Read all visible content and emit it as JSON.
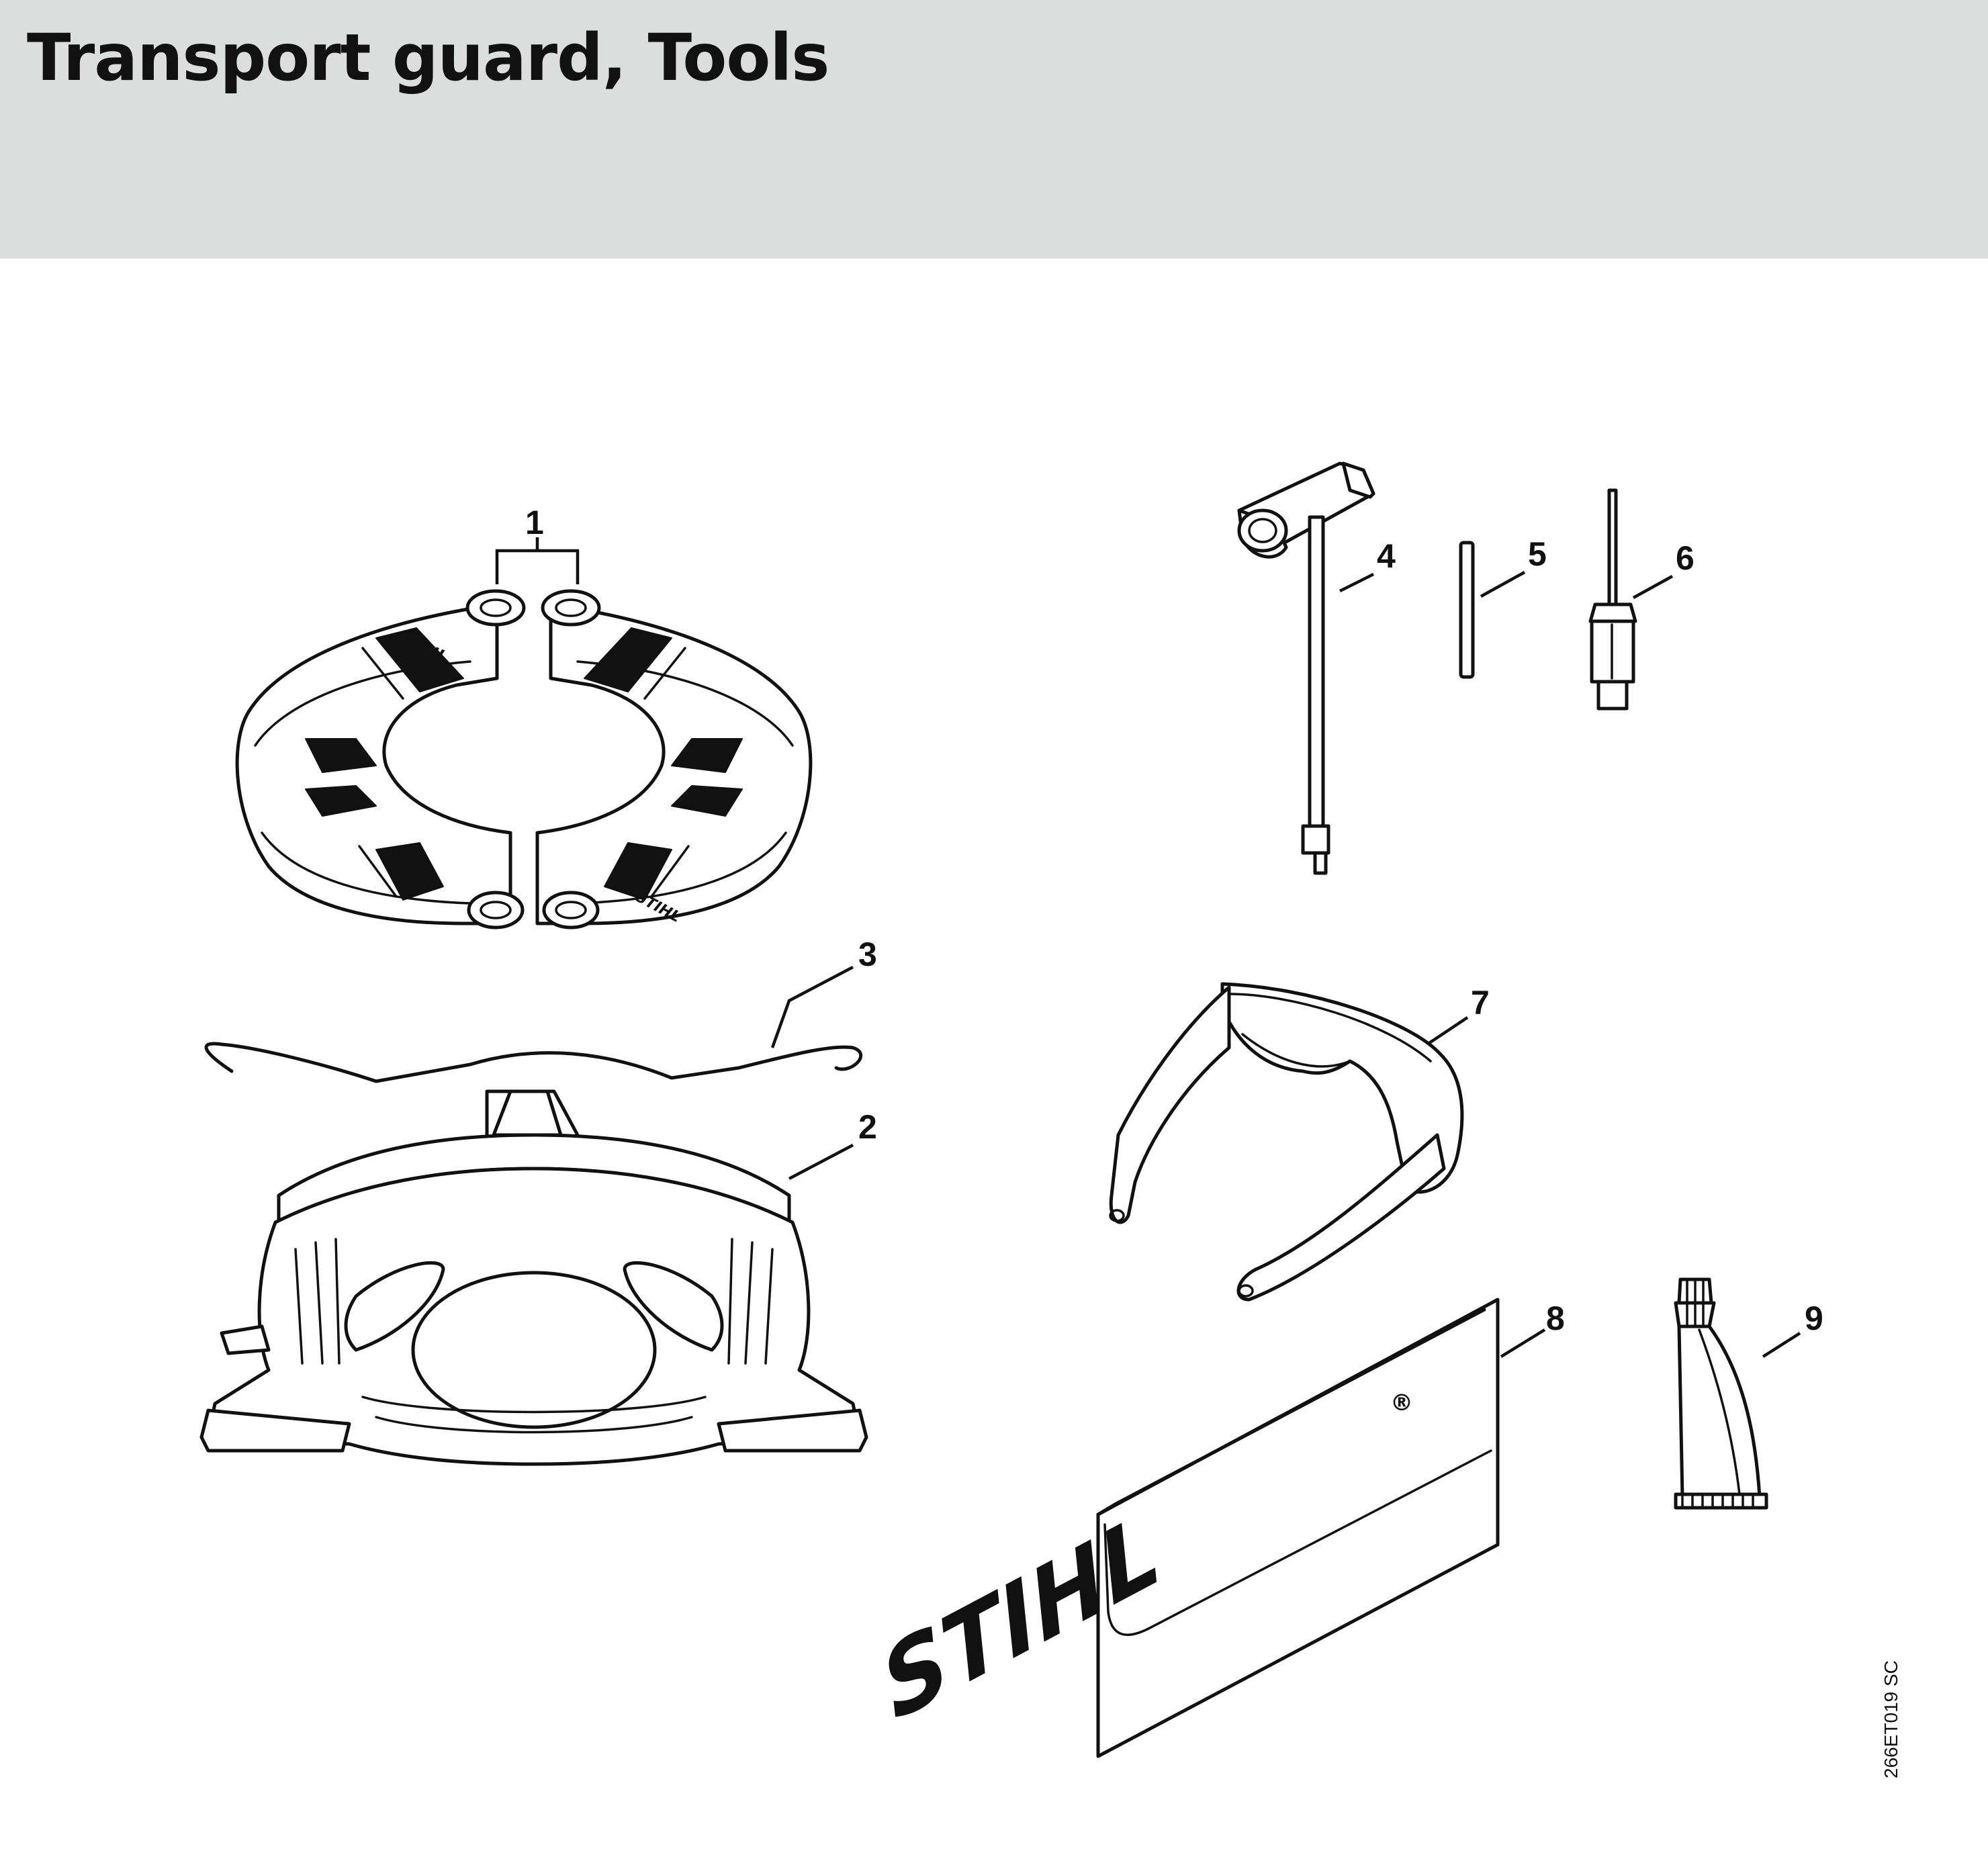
{
  "header": {
    "title": "Transport guard, Tools",
    "bg_color": "#dcdedd"
  },
  "callouts": [
    "1",
    "2",
    "3",
    "4",
    "5",
    "6",
    "7",
    "8",
    "9"
  ],
  "brand": {
    "mark": "STIHL",
    "registered": "®"
  },
  "drawing_id": "266ET019 SC"
}
